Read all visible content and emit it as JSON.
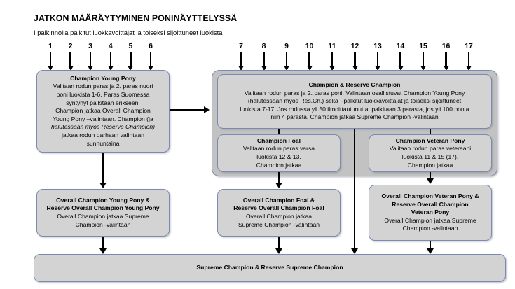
{
  "header": {
    "title": "JATKON MÄÄRÄYTYMINEN PONINÄYTTELYSSÄ",
    "subtitle": "I palkinnolla palkitut luokkavoittajat ja toiseksi sijoittuneet luokista"
  },
  "class_arrows": {
    "left_group": [
      "1",
      "2",
      "3",
      "4",
      "5",
      "6"
    ],
    "right_group": [
      "7",
      "8",
      "9",
      "10",
      "11",
      "12",
      "13",
      "14",
      "15",
      "16",
      "17"
    ]
  },
  "boxes": {
    "champion_young_pony": {
      "heading": "Champion Young Pony",
      "lines": [
        "Valitaan rodun paras ja 2. paras nuori",
        "poni luokista 1-6. Paras Suomessa",
        "syntynyt palkitaan erikseen.",
        "Champion jatkaa Overall Champion",
        "Young Pony –valintaan. Champion (ja",
        "halutessaan myös Reserve Champion)",
        "jatkaa rodun parhaan valintaan",
        "sunnuntaina"
      ]
    },
    "champion_reserve_champion": {
      "heading": "Champion & Reserve Champion",
      "lines": [
        "Valitaan rodun paras ja 2. paras poni. Valintaan osallistuvat Champion Young Pony",
        "(halutessaan myös Res.Ch.) sekä I-palkitut luokkavoittajat ja toiseksi sijoittuneet",
        "luokista 7-17. Jos rodussa yli 50 ilmoittautunutta, palkitaan 3 parasta, jos yli 100 ponia",
        "niin 4 parasta. Champion jatkaa Supreme Champion -valintaan"
      ]
    },
    "champion_foal": {
      "heading": "Champion Foal",
      "lines": [
        "Valitaan rodun paras varsa",
        "luokista 12 & 13.",
        "Champion jatkaa"
      ]
    },
    "champion_veteran_pony": {
      "heading": "Champion Veteran Pony",
      "lines": [
        "Valitaan rodun paras veteraani",
        "luokista 11 & 15 (17).",
        "Champion jatkaa"
      ]
    },
    "overall_champion_young_pony": {
      "heading_lines": [
        "Overall Champion Young Pony &",
        "Reserve Overall Champion Young Pony"
      ],
      "lines": [
        "Overall Champion jatkaa Supreme",
        "Champion -valintaan"
      ]
    },
    "overall_champion_foal": {
      "heading_lines": [
        "Overall Champion Foal &",
        "Reserve Overall Champion Foal"
      ],
      "lines": [
        "Overall Champion jatkaa",
        "Supreme Champion -valintaan"
      ]
    },
    "overall_champion_veteran_pony": {
      "heading_lines": [
        "Overall Champion Veteran Pony &",
        "Reserve Overall Champion",
        "Veteran Pony"
      ],
      "lines": [
        "Overall Champion jatkaa Supreme",
        "Champion -valintaan"
      ]
    },
    "supreme_champion": {
      "heading": "Supreme Champion & Reserve Supreme Champion"
    }
  },
  "colors": {
    "box_fill": "#d3d3d3",
    "container_fill": "#c2c2c2",
    "box_border": "#7b8ab0",
    "connector": "#000000",
    "page_background": "#ffffff",
    "text": "#000000"
  }
}
